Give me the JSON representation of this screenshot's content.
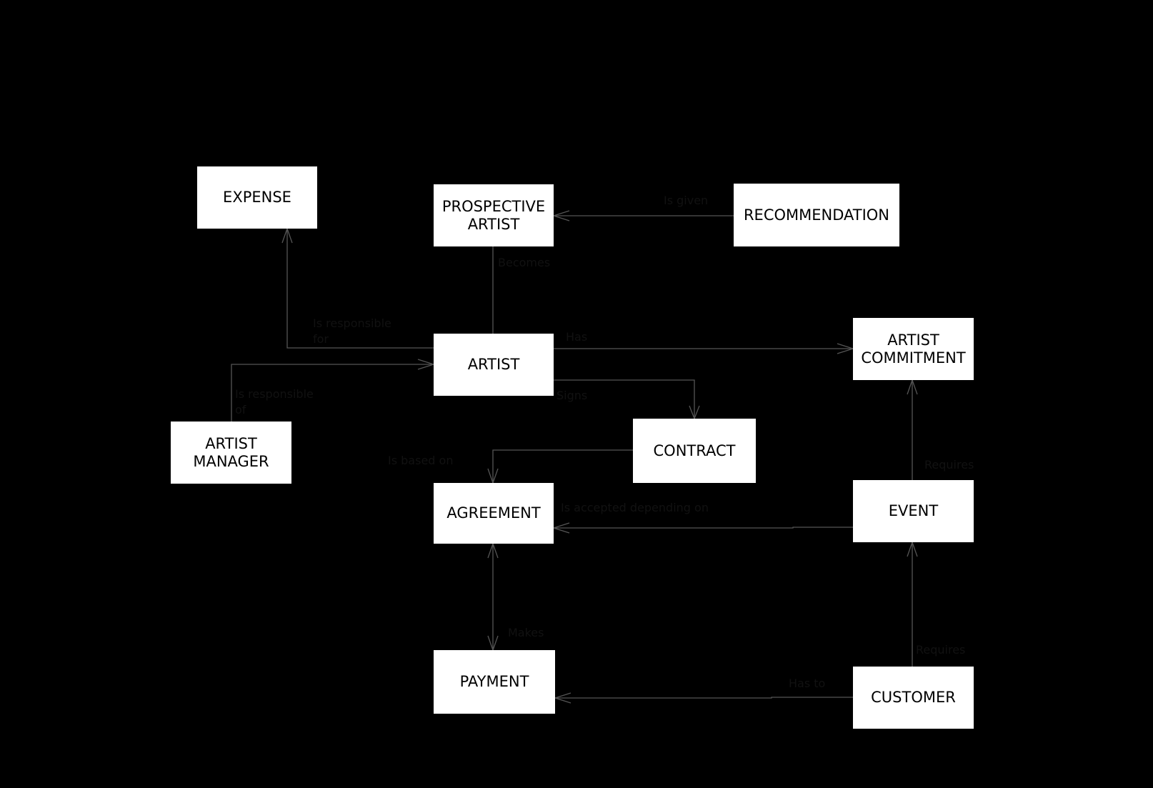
{
  "colors": {
    "background": "#000000",
    "entity_fill": "#ffffff",
    "entity_text": "#000000",
    "line": "#555555",
    "label_text": "#111111"
  },
  "entities": {
    "expense": "EXPENSE",
    "prospective_artist": "PROSPECTIVE\nARTIST",
    "recommendation": "RECOMMENDATION",
    "artist": "ARTIST",
    "artist_commitment": "ARTIST\nCOMMITMENT",
    "artist_manager": "ARTIST\nMANAGER",
    "contract": "CONTRACT",
    "agreement": "AGREEMENT",
    "event": "EVENT",
    "payment": "PAYMENT",
    "customer": "CUSTOMER"
  },
  "relationships": {
    "is_given": "Is given",
    "becomes": "Becomes",
    "is_responsible_for": "Is responsible\nfor",
    "has": "Has",
    "is_responsible_of": "Is responsible\nof",
    "signs": "Signs",
    "is_based_on": "Is based on",
    "is_accepted_depending_on": "Is accepted depending on",
    "requires_1": "Requires",
    "requires_2": "Requires",
    "makes": "Makes",
    "has_to": "Has to"
  }
}
